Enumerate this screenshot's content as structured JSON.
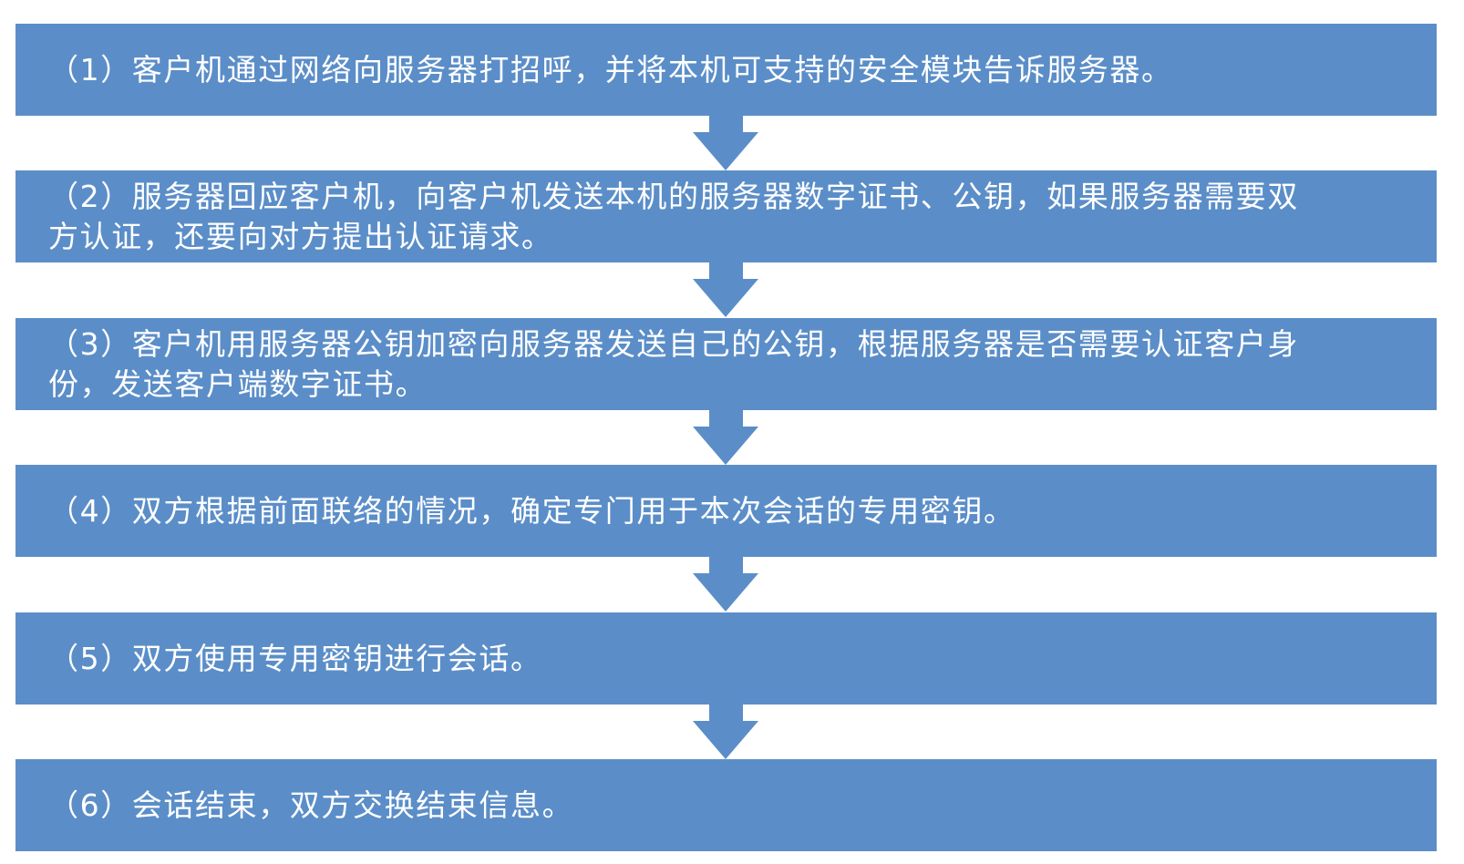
{
  "colors": {
    "box": "#5b8ec8",
    "text": "#ffffff"
  },
  "steps": [
    {
      "lines": [
        "（1）客户机通过网络向服务器打招呼，并将本机可支持的安全模块告诉服务器。"
      ]
    },
    {
      "lines": [
        "（2）服务器回应客户机，向客户机发送本机的服务器数字证书、公钥，如果服务器需要双",
        "方认证，还要向对方提出认证请求。"
      ]
    },
    {
      "lines": [
        "（3）客户机用服务器公钥加密向服务器发送自己的公钥，根据服务器是否需要认证客户身",
        "份，发送客户端数字证书。"
      ]
    },
    {
      "lines": [
        "（4）双方根据前面联络的情况，确定专门用于本次会话的专用密钥。"
      ]
    },
    {
      "lines": [
        "（5）双方使用专用密钥进行会话。"
      ]
    },
    {
      "lines": [
        "（6）会话结束，双方交换结束信息。"
      ]
    }
  ]
}
